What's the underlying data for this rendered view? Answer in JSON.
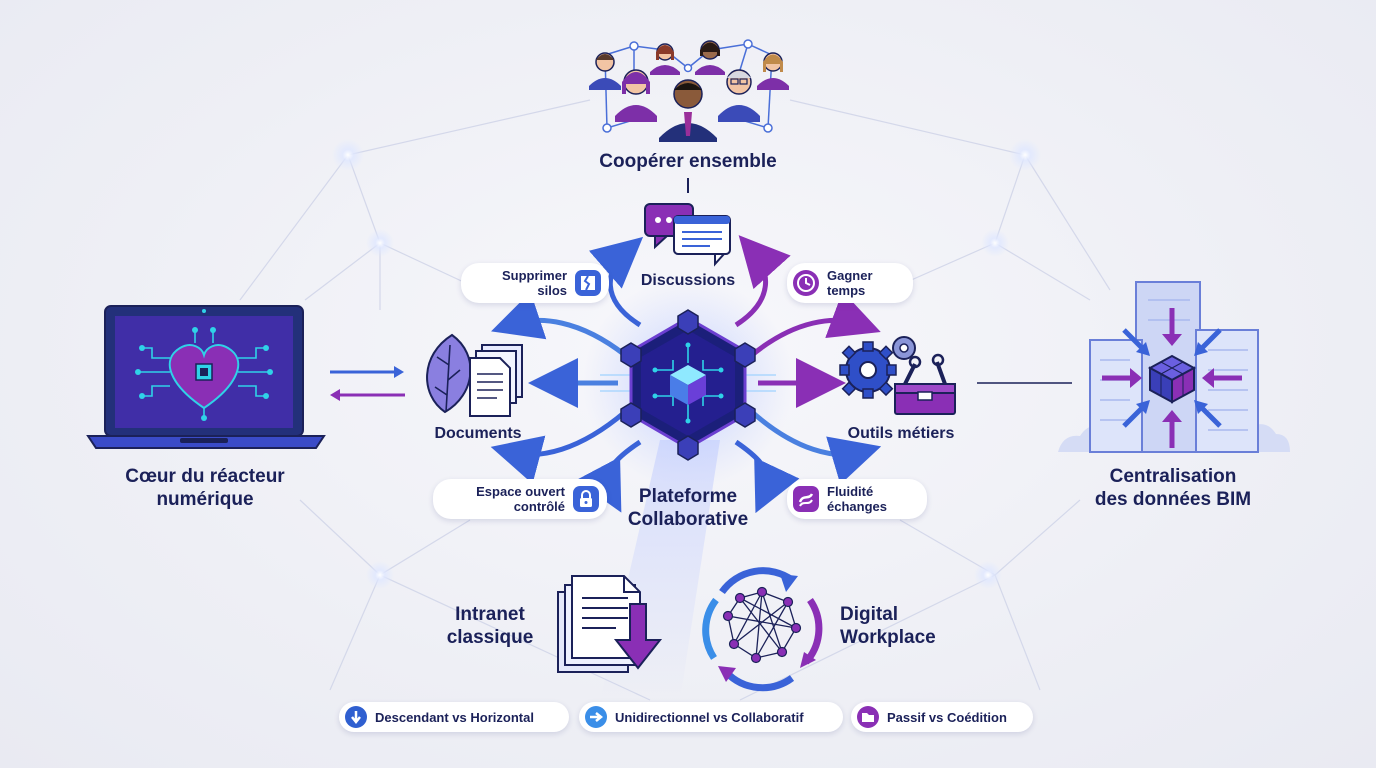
{
  "colors": {
    "navy": "#1b2159",
    "blue": "#3a63d8",
    "purple": "#8a2fb5",
    "cyan": "#2fd2e8",
    "background": "#eeeff5"
  },
  "top": {
    "title": "Coopérer ensemble"
  },
  "hub": {
    "title_line1": "Plateforme",
    "title_line2": "Collaborative",
    "icon": "hexagon-network-cube-icon"
  },
  "nodes": {
    "discussions": {
      "label": "Discussions",
      "icon": "chat-bubbles-icon"
    },
    "documents": {
      "label": "Documents",
      "icon": "leaf-documents-icon"
    },
    "outils": {
      "label": "Outils métiers",
      "icon": "gears-toolbox-icon"
    }
  },
  "pills": {
    "silos": {
      "line1": "Supprimer",
      "line2": "silos",
      "icon": "broken-wall-icon"
    },
    "temps": {
      "line1": "Gagner",
      "line2": "temps",
      "icon": "clock-icon"
    },
    "espace": {
      "line1": "Espace ouvert",
      "line2": "contrôlé",
      "icon": "lock-icon"
    },
    "fluidite": {
      "line1": "Fluidité",
      "line2": "échanges",
      "icon": "flow-icon"
    }
  },
  "left": {
    "line1": "Cœur du réacteur",
    "line2": "numérique",
    "icon": "laptop-heart-chip-icon"
  },
  "right": {
    "line1": "Centralisation",
    "line2": "des données BIM",
    "icon": "building-cube-icon"
  },
  "bottom": {
    "intranet": {
      "line1": "Intranet",
      "line2": "classique",
      "icon": "documents-down-arrow-icon"
    },
    "digital": {
      "line1": "Digital",
      "line2": "Workplace",
      "icon": "network-cycle-icon"
    }
  },
  "legend": [
    {
      "label": "Descendant vs Horizontal",
      "icon": "arrow-down-icon",
      "color": "#2f5fd0"
    },
    {
      "label": "Unidirectionnel vs Collaboratif",
      "icon": "arrow-right-icon",
      "color": "#3a8ee8"
    },
    {
      "label": "Passif vs Coédition",
      "icon": "folder-icon",
      "color": "#8a2fb5"
    }
  ]
}
